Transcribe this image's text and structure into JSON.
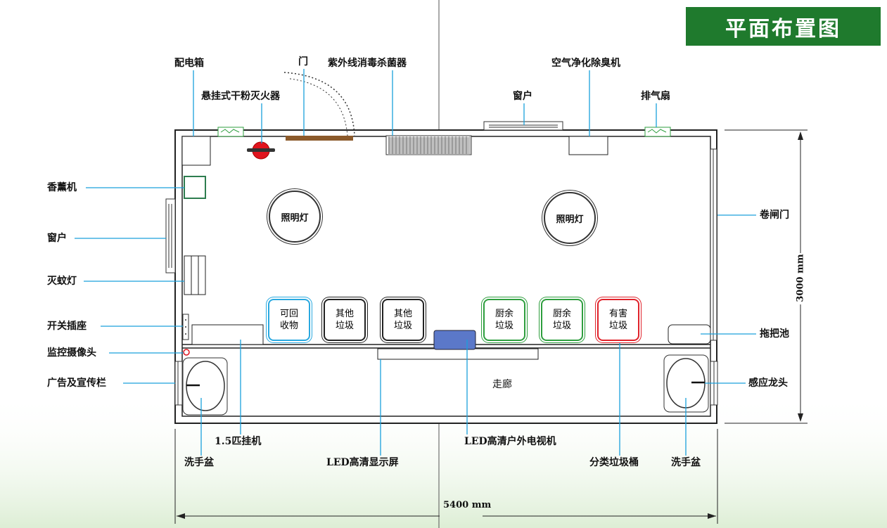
{
  "title": "平面布置图",
  "labels": {
    "distribution_box": "配电箱",
    "extinguisher": "悬挂式干粉灭火器",
    "door": "门",
    "uv_lamp": "紫外线消毒杀菌器",
    "air_purifier": "空气净化除臭机",
    "window_top": "窗户",
    "exhaust_fan": "排气扇",
    "aroma_machine": "香薰机",
    "window_left": "窗户",
    "mosquito_lamp": "灭蚊灯",
    "switch_socket": "开关插座",
    "camera": "监控摄像头",
    "ad_board": "广告及宣传栏",
    "rolling_door": "卷闸门",
    "mop_pool": "拖把池",
    "sensor_faucet": "感应龙头",
    "aircon": "1.5匹挂机",
    "basin_left": "洗手盆",
    "led_screen": "LED高清显示屏",
    "led_tv": "LED高清户外电视机",
    "sorted_bins": "分类垃圾桶",
    "basin_right": "洗手盆",
    "corridor": "走廊",
    "lamp": "照明灯"
  },
  "dimensions": {
    "width": "5400 mm",
    "height": "3000 mm"
  },
  "bins": [
    {
      "line1": "可回",
      "line2": "收物",
      "color": "#2aa9e0"
    },
    {
      "line1": "其他",
      "line2": "垃圾",
      "color": "#222222"
    },
    {
      "line1": "其他",
      "line2": "垃圾",
      "color": "#222222"
    },
    {
      "line1": "厨余",
      "line2": "垃圾",
      "color": "#2e9e3e"
    },
    {
      "line1": "厨余",
      "line2": "垃圾",
      "color": "#2e9e3e"
    },
    {
      "line1": "有害",
      "line2": "垃圾",
      "color": "#e0222a"
    }
  ],
  "colors": {
    "leader": "#1aa0dc",
    "title_bg": "#1f7a2d",
    "door": "#8b5a2b",
    "tv": "#5b78c9",
    "extinguisher": "#e0141e"
  }
}
